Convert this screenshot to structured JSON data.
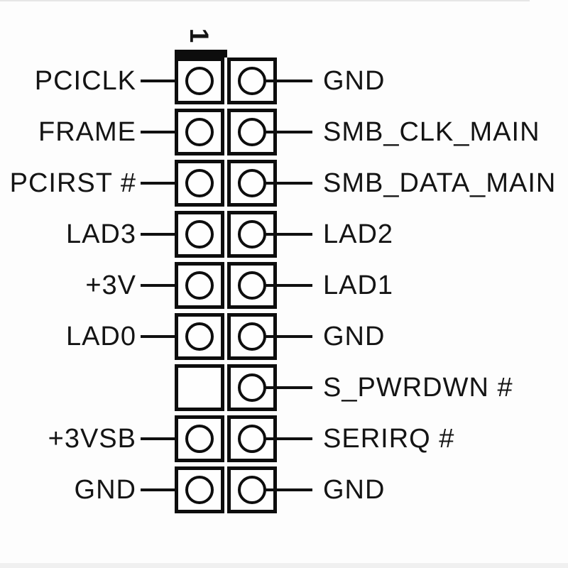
{
  "diagram": {
    "type": "connector-pinout",
    "pin1_label": "1",
    "columns": 2,
    "rows": [
      {
        "left": "PCICLK",
        "right": "GND",
        "left_pin": true,
        "right_pin": true
      },
      {
        "left": "FRAME",
        "right": "SMB_CLK_MAIN",
        "left_pin": true,
        "right_pin": true
      },
      {
        "left": "PCIRST #",
        "right": "SMB_DATA_MAIN",
        "left_pin": true,
        "right_pin": true
      },
      {
        "left": "LAD3",
        "right": "LAD2",
        "left_pin": true,
        "right_pin": true
      },
      {
        "left": "+3V",
        "right": "LAD1",
        "left_pin": true,
        "right_pin": true
      },
      {
        "left": "LAD0",
        "right": "GND",
        "left_pin": true,
        "right_pin": true
      },
      {
        "left": "",
        "right": "S_PWRDWN #",
        "left_pin": false,
        "right_pin": true
      },
      {
        "left": "+3VSB",
        "right": "SERIRQ #",
        "left_pin": true,
        "right_pin": true
      },
      {
        "left": "GND",
        "right": "GND",
        "left_pin": true,
        "right_pin": true
      }
    ],
    "colors": {
      "ink": "#0d0d0d",
      "background": "#fdfdfd",
      "edge_band": "#f0f0f0"
    }
  }
}
